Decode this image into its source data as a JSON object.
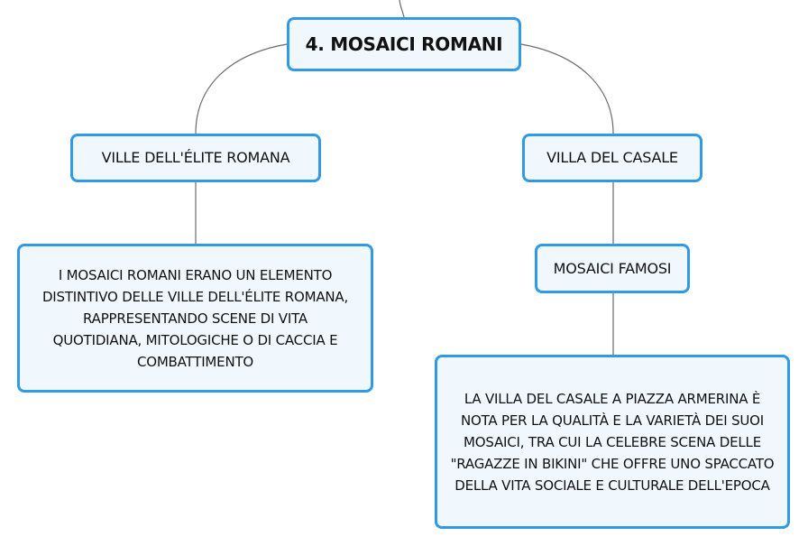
{
  "mindmap": {
    "root": {
      "label": "4. MOSAICI ROMANI"
    },
    "left_branch": {
      "label": "VILLE DELL'ÉLITE ROMANA",
      "detail": "I MOSAICI ROMANI ERANO UN ELEMENTO DISTINTIVO DELLE VILLE DELL'ÉLITE ROMANA, RAPPRESENTANDO SCENE DI VITA QUOTIDIANA, MITOLOGICHE O DI CACCIA E COMBATTIMENTO"
    },
    "right_branch": {
      "label": "VILLA DEL CASALE",
      "sub_label": "MOSAICI FAMOSI",
      "detail": "LA VILLA DEL CASALE A PIAZZA ARMERINA È NOTA PER LA QUALITÀ E LA VARIETÀ DEI SUOI MOSAICI, TRA CUI LA CELEBRE SCENA DELLE \"RAGAZZE IN BIKINI\" CHE OFFRE UNO SPACCATO DELLA VITA SOCIALE E CULTURALE DELL'EPOCA"
    },
    "colors": {
      "node_border": "#2f9be8",
      "node_fill": "#f1f8fd",
      "connector": "#6b6b6b",
      "text": "#111111"
    }
  }
}
